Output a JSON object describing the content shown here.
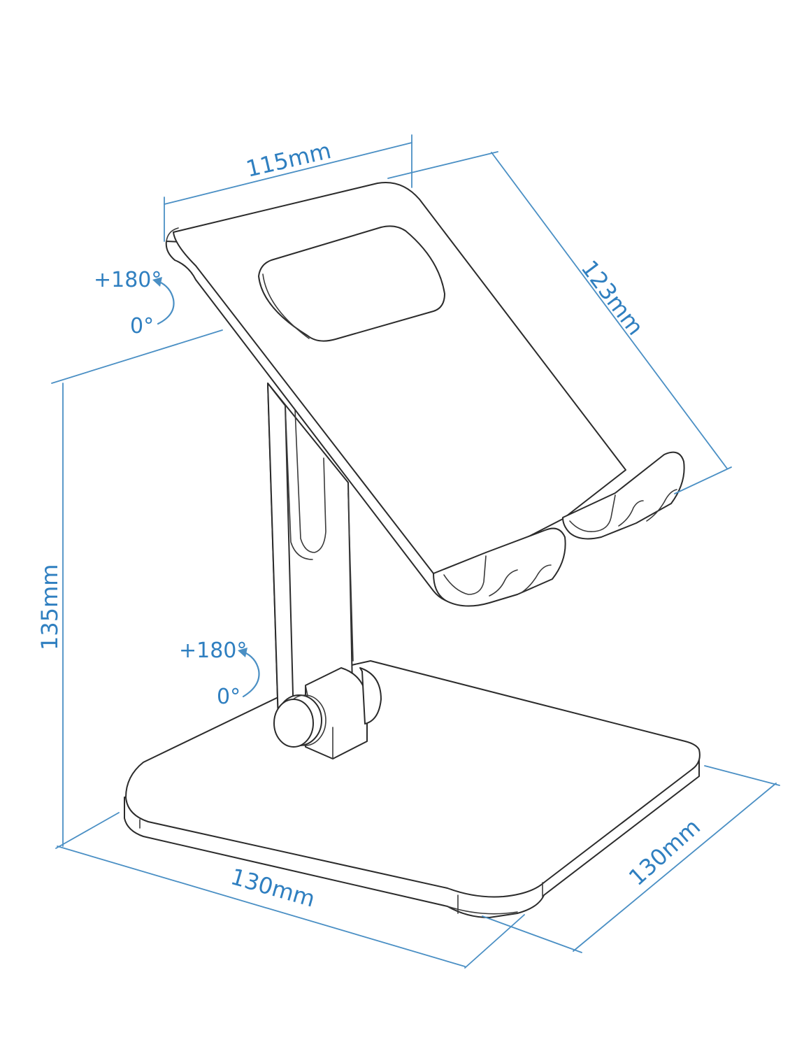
{
  "diagram": {
    "subject": "Tablet stand",
    "colors": {
      "outline": "#2b2b2b",
      "dimension": "#4a8fc4",
      "dimension_text": "#2f7fc0",
      "background": "#ffffff"
    },
    "dimensions": {
      "holder_width": "115mm",
      "holder_height": "123mm",
      "total_height": "135mm",
      "base_width": "130mm",
      "base_depth": "130mm"
    },
    "rotations": {
      "upper_hinge": {
        "max": "+180°",
        "min": "0°"
      },
      "lower_hinge": {
        "max": "+180°",
        "min": "0°"
      }
    }
  }
}
